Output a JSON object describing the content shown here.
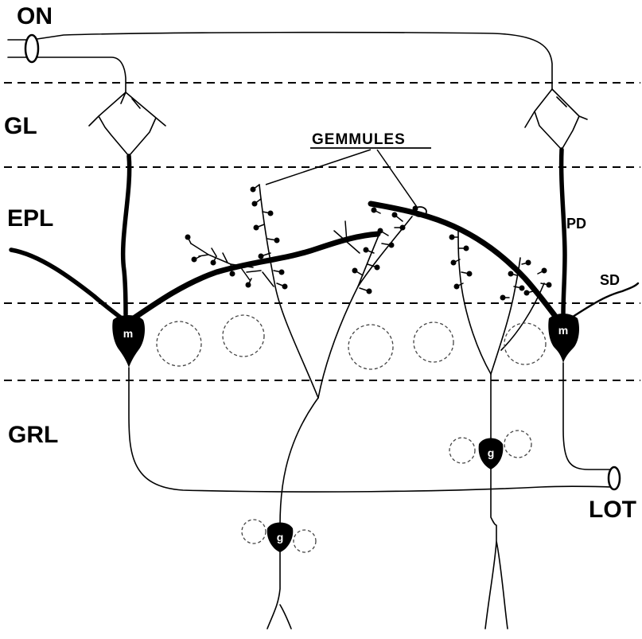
{
  "labels": {
    "on": "ON",
    "gl": "GL",
    "epl": "EPL",
    "grl": "GRL",
    "lot": "LOT",
    "gemmules": "GEMMULES",
    "pd": "PD",
    "sd": "SD",
    "mitral_left": "m",
    "mitral_right": "m",
    "granule_left": "g",
    "granule_right": "g"
  }
}
